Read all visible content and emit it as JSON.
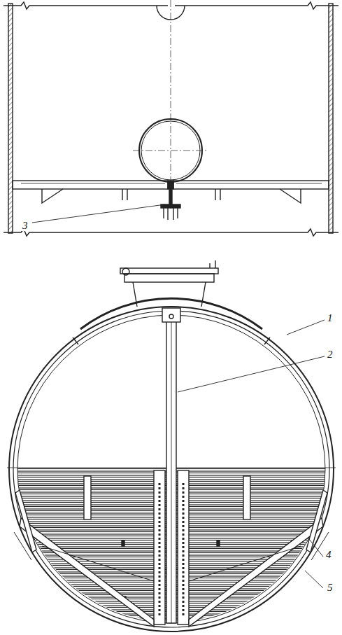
{
  "diagram": {
    "labels": [
      "3",
      "1",
      "2",
      "4",
      "5"
    ]
  }
}
